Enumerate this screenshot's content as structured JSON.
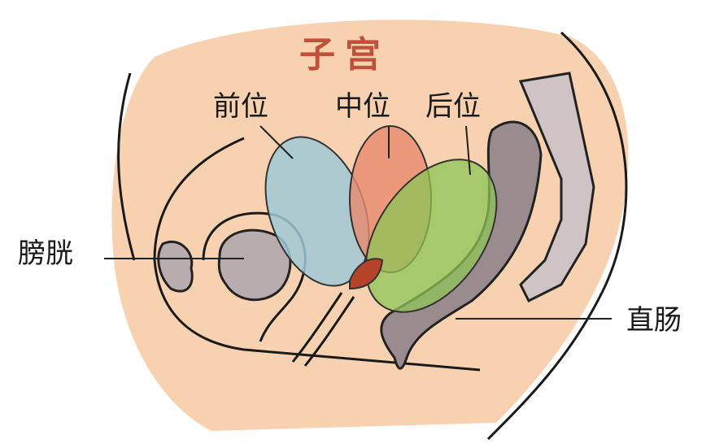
{
  "title": "子宫",
  "labels": {
    "anteverted": "前位",
    "midposition": "中位",
    "retroverted": "后位",
    "bladder": "膀胱",
    "rectum": "直肠"
  },
  "colors": {
    "skin": "#f8d2b0",
    "title": "#c0503a",
    "anteverted": "#9fc9d6",
    "midposition": "#e88a6e",
    "retroverted": "#8dc456",
    "organ_gray": "#b9acae",
    "rectum": "#9a8c8e"
  }
}
